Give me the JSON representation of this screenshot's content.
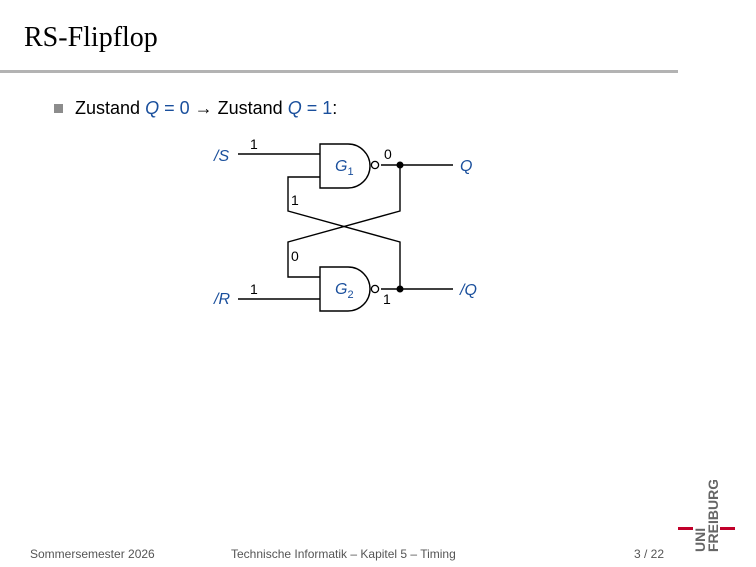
{
  "slide": {
    "title": "RS-Flipflop",
    "bullet": {
      "prefix": "Zustand",
      "q1_var": "Q",
      "q1_eq": "= 0",
      "arrow": "→",
      "middle": "Zustand",
      "q2_var": "Q",
      "q2_eq": "= 1",
      "suffix": ":"
    }
  },
  "circuit": {
    "inputs": {
      "set": "/S",
      "reset": "/R"
    },
    "outputs": {
      "q": "Q",
      "qbar": "/Q"
    },
    "gates": {
      "g1": {
        "letter": "G",
        "sub": "1"
      },
      "g2": {
        "letter": "G",
        "sub": "2"
      }
    },
    "signal_values": {
      "set_input": "1",
      "g1_output": "0",
      "g1_feedback_input": "1",
      "g2_feedback_input": "0",
      "reset_input": "1",
      "g2_output": "1"
    },
    "colors": {
      "signal_names": "#1a4f9c",
      "wires": "#000000"
    }
  },
  "footer": {
    "semester": "Sommersemester 2026",
    "course": "Technische Informatik – Kapitel 5 – Timing",
    "page": "3 / 22"
  },
  "logo": {
    "line1": "UNI",
    "line2": "FREIBURG"
  }
}
